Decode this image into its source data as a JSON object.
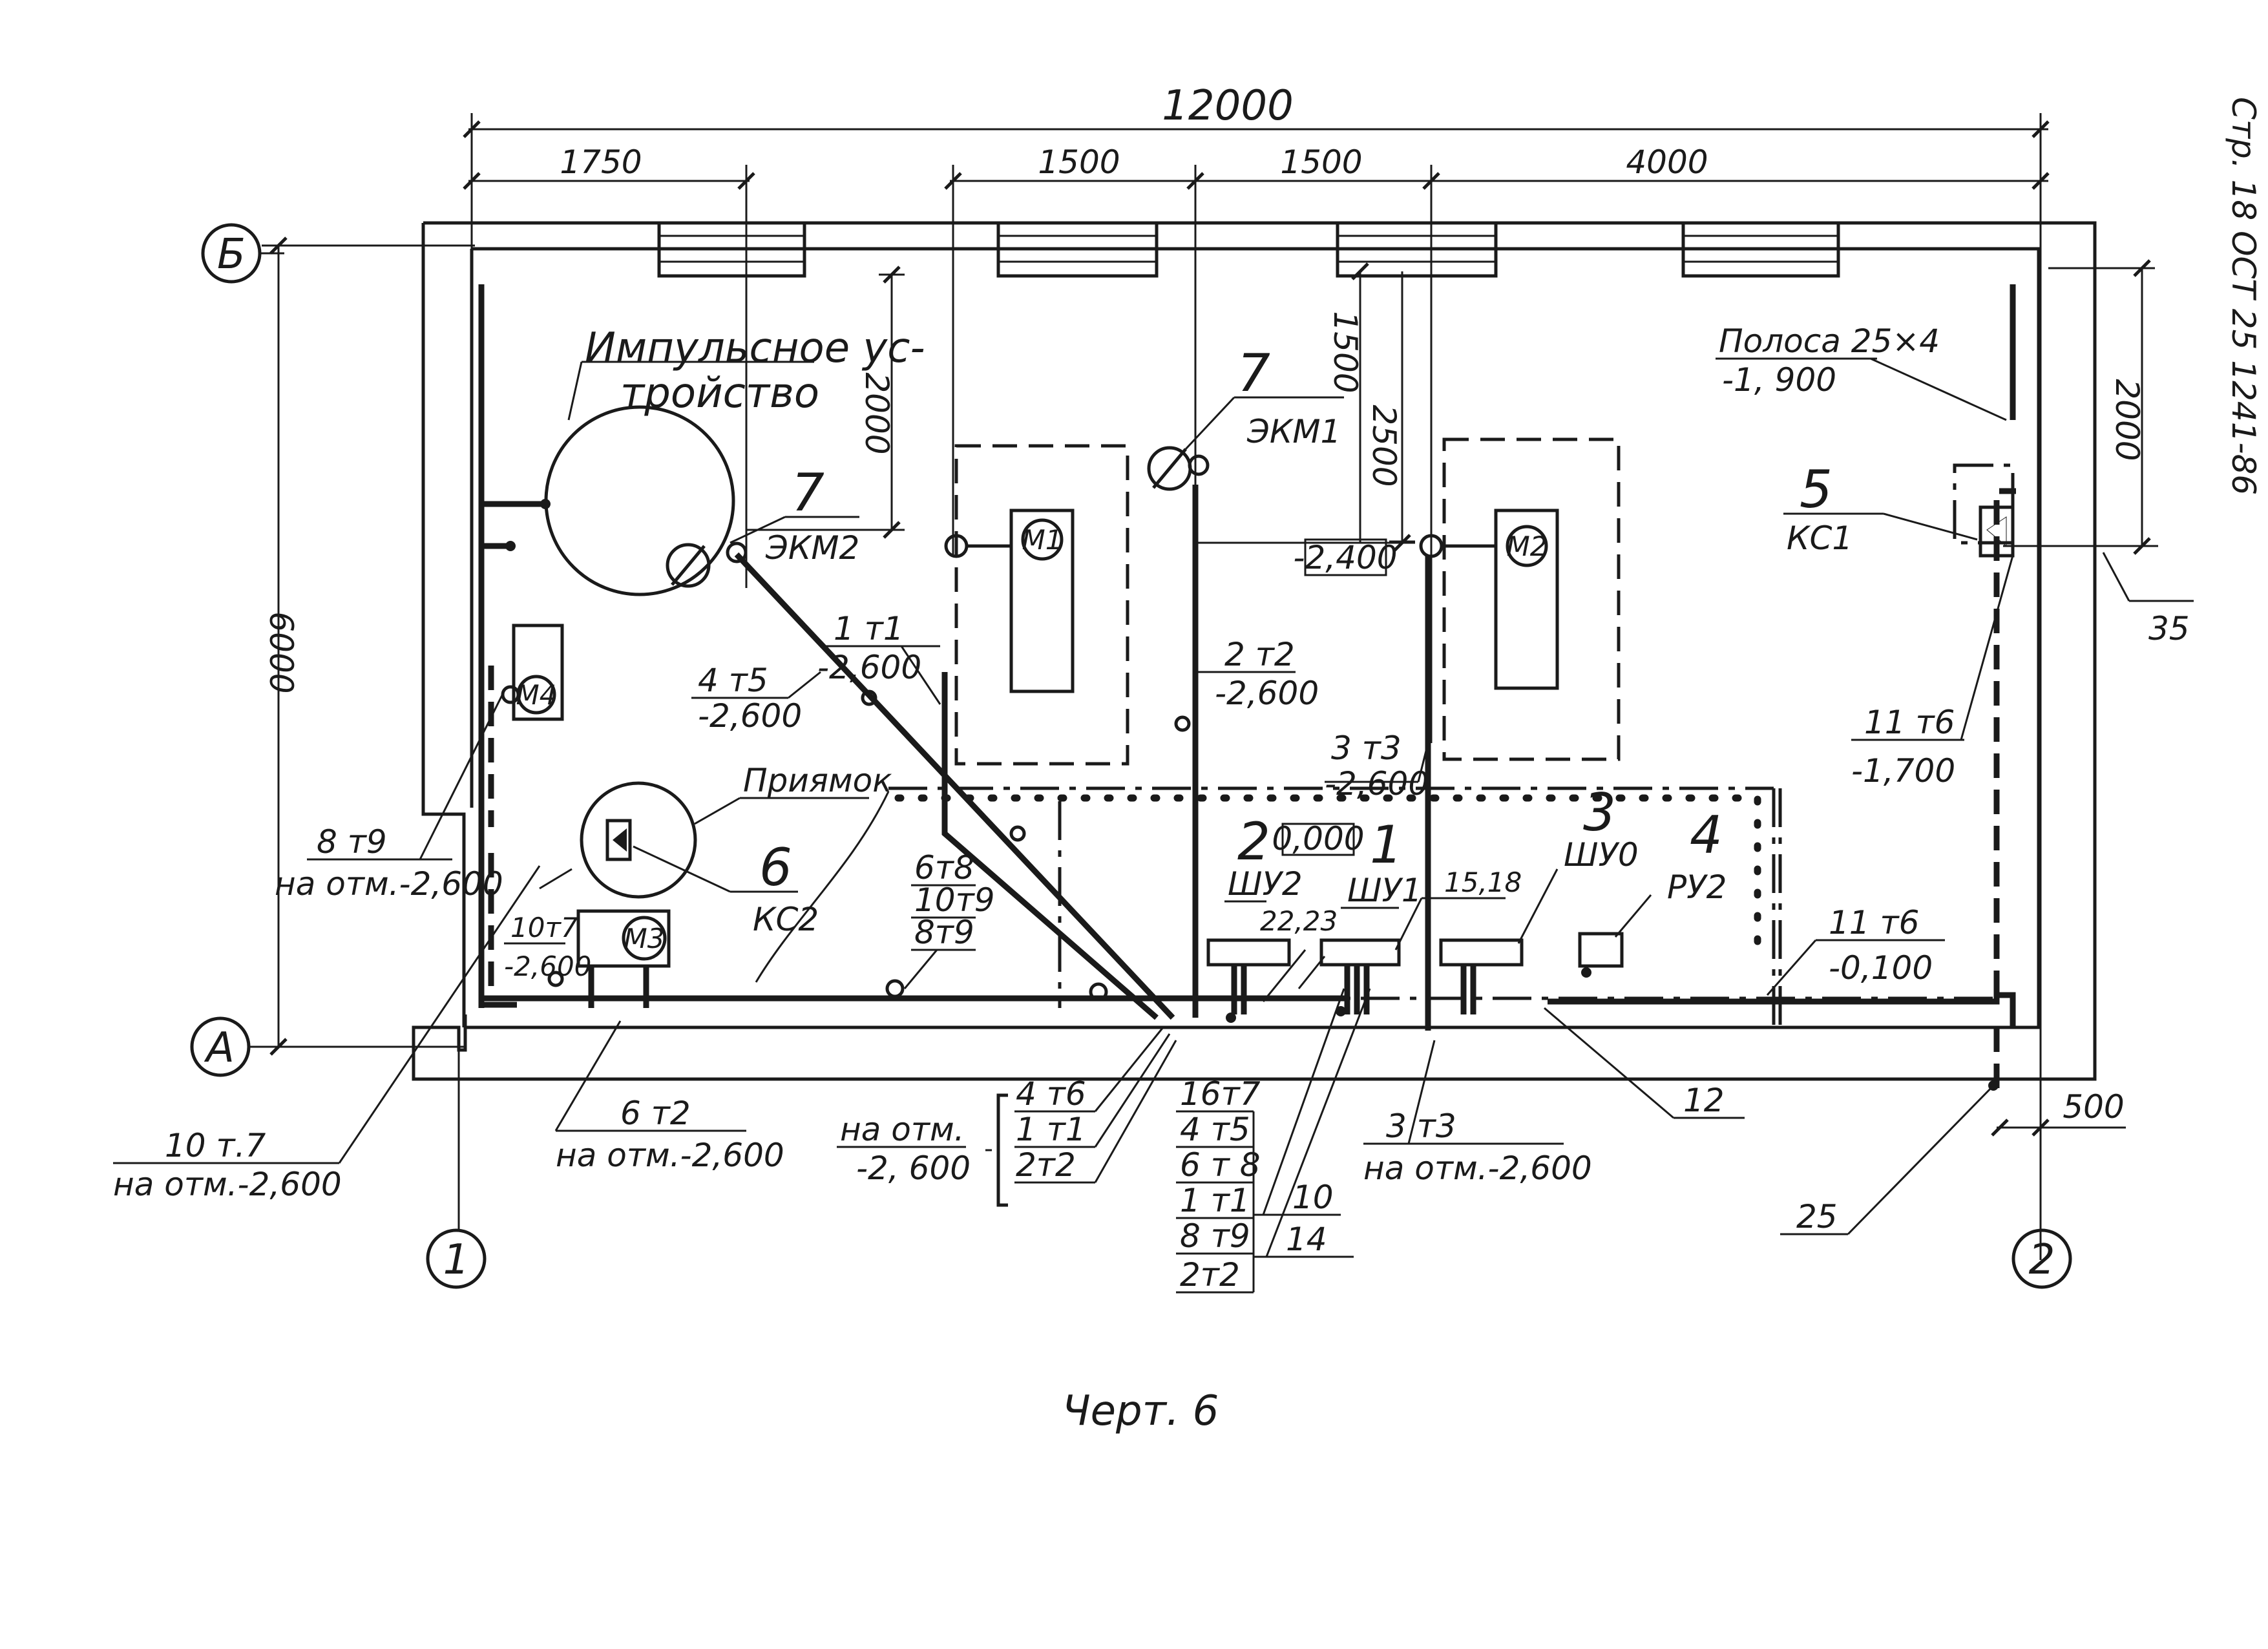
{
  "sheet": {
    "stamp": "Стр. 18  ОСТ 25 1241-86",
    "caption": "Черт. 6"
  },
  "dimensions": {
    "total_width": "12000",
    "d1750": "1750",
    "d1500a": "1500",
    "d1500b": "1500",
    "d4000": "4000",
    "height": "6000",
    "v2000_left": "2000",
    "v1500": "1500",
    "v2500": "2500",
    "v2000_right": "2000",
    "d500": "500",
    "mark_2400": "-2,400",
    "mark_0000": "0,000"
  },
  "axes": {
    "b": "Б",
    "a": "А",
    "one": "1",
    "two": "2"
  },
  "equipment": {
    "impulse_1": "Импульсное ус-",
    "impulse_2": "тройство",
    "pos7_a_num": "7",
    "pos7_a_code": "ЭКМ2",
    "pos7_b_num": "7",
    "pos7_b_code": "ЭКМ1",
    "m1": "М1",
    "m2": "М2",
    "m3": "М3",
    "m4": "М4",
    "pos5_num": "5",
    "pos5_code": "КС1",
    "pos6_num": "6",
    "pos6_code": "КС2",
    "pit": "Приямок",
    "pos2_num": "2",
    "pos2_code": "ШУ2",
    "pos1_num": "1",
    "pos1_code": "ШУ1",
    "pos3_num": "3",
    "pos3_code": "ШУ0",
    "pos4_num": "4",
    "pos4_code": "РУ2"
  },
  "labels": {
    "strip": "Полоса 25×4",
    "strip_mark": "-1, 900",
    "l35": "35",
    "t11_6_top": "11 т6",
    "t11_6_top_mark": "-1,700",
    "t11_6_low": "11 т6",
    "t11_6_low_mark": "-0,100",
    "l12": "12",
    "l25": "25",
    "t1_1": "1 т1",
    "t1_1_mark": "-2,600",
    "t4_5": "4 т5",
    "t4_5_mark": "-2,600",
    "t2_2": "2 т2",
    "t2_2_mark": "-2,600",
    "t3_3": "3 т3",
    "t3_3_mark": "-2,600",
    "t8_9": "8 т9",
    "t8_9_mark": "на отм.-2,600",
    "t10_7_short": "10т7",
    "t10_7_short_mark": "-2,600",
    "t6_8_stack_1": "6т8",
    "t6_8_stack_2": "10т9",
    "t6_8_stack_3": "8т9",
    "n22_23": "22,23",
    "n15_18": "15,18",
    "t10_7": "10 т.7",
    "t10_7_mark": "на отм.-2,600",
    "t6_2": "6 т2",
    "t6_2_mark": "на отм.-2,600",
    "group_title_1": "на отм.",
    "group_title_2": "-2, 600",
    "group_1": "4 т6",
    "group_2": "1 т1",
    "group_3": "2т2",
    "stack_1": "16т7",
    "stack_2": "4 т5",
    "stack_3": "6 т 8",
    "stack_4": "1 т1",
    "stack_5": "8 т9",
    "stack_6": "2т2",
    "n10": "10",
    "n14": "14",
    "t3_3_bottom": "3 т3",
    "t3_3_bottom_mark": "на отм.-2,600"
  }
}
